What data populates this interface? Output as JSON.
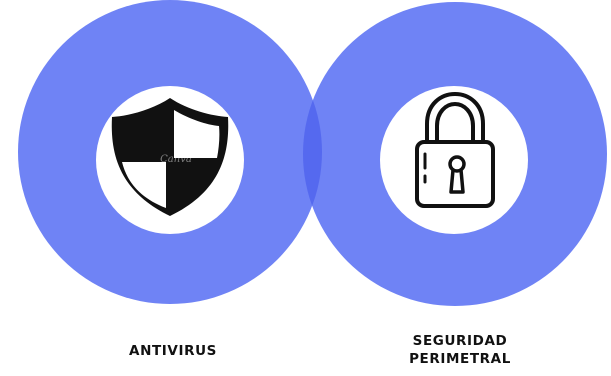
{
  "diagram": {
    "colors": {
      "circle": "#6f83f5",
      "overlap": "#5569ef",
      "inner": "#ffffff",
      "icon": "#111111"
    },
    "nodes": [
      {
        "label": "ANTIVIRUS",
        "icon": "shield-icon"
      },
      {
        "label": "SEGURIDAD\nPERIMETRAL",
        "icon": "padlock-icon"
      }
    ],
    "watermark": "Canva"
  }
}
